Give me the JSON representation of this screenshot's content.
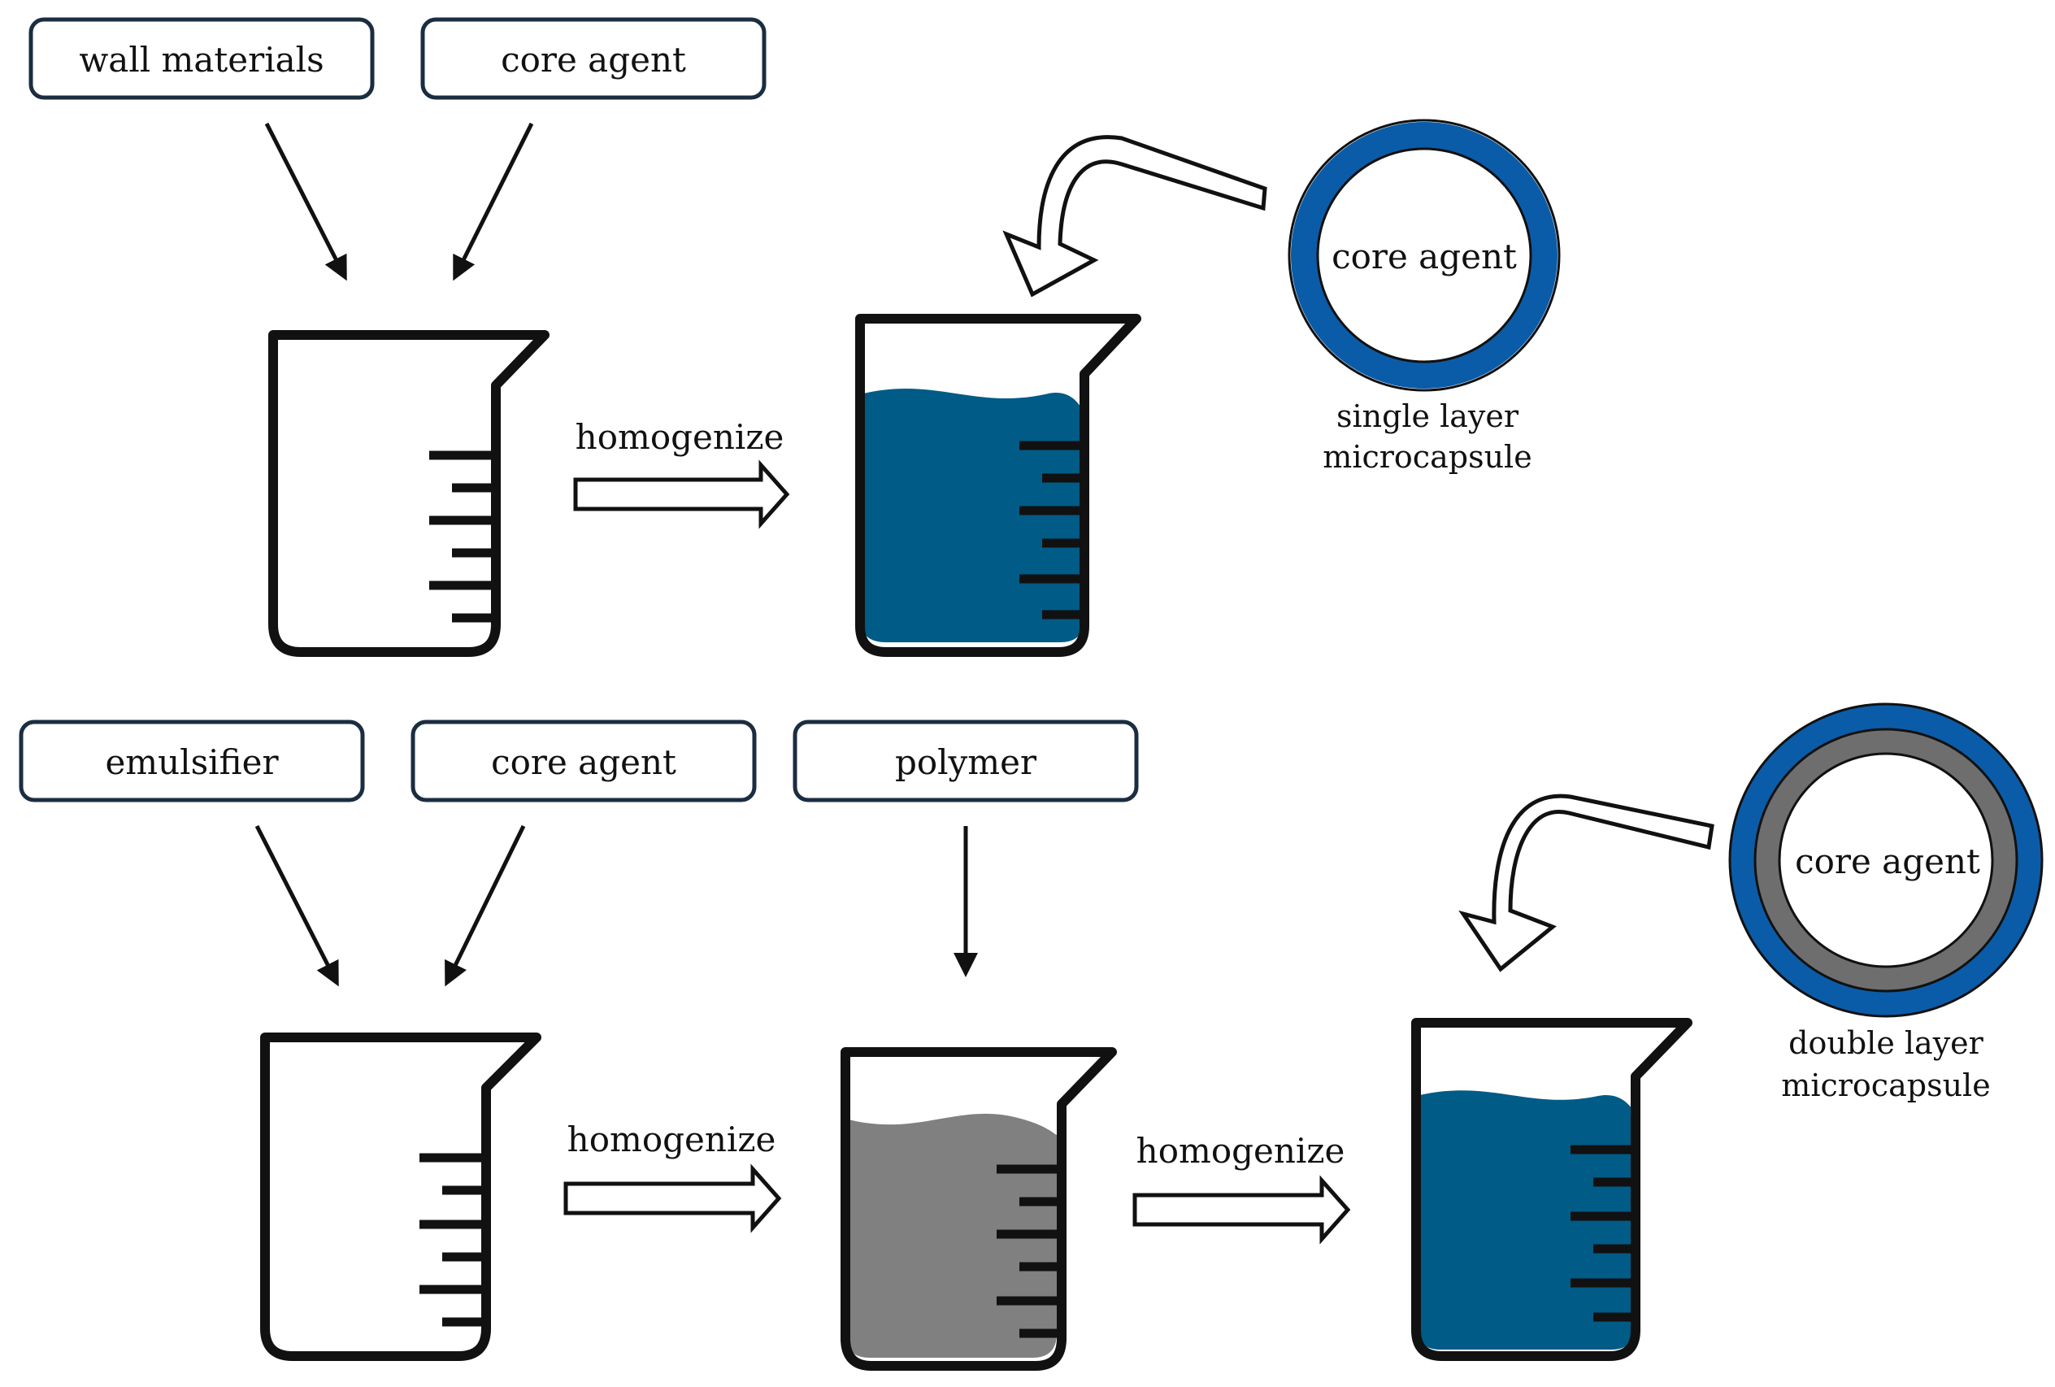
{
  "colors": {
    "outline": "#111111",
    "box_border": "#1b2d40",
    "blue_liquid": "#005b86",
    "grey_liquid": "#808080",
    "capsule_blue": "#0b5ca8",
    "capsule_grey": "#6e6e6e"
  },
  "top": {
    "inputs": [
      {
        "label": "wall materials"
      },
      {
        "label": "core agent"
      }
    ],
    "step_label": "homogenize",
    "capsule": {
      "core_label": "core agent",
      "caption_line1": "single layer",
      "caption_line2": "microcapsule"
    }
  },
  "bottom": {
    "inputs": [
      {
        "label": "emulsifier"
      },
      {
        "label": "core agent"
      },
      {
        "label": "polymer"
      }
    ],
    "step1_label": "homogenize",
    "step2_label": "homogenize",
    "capsule": {
      "core_label": "core agent",
      "caption_line1": "double layer",
      "caption_line2": "microcapsule"
    }
  }
}
